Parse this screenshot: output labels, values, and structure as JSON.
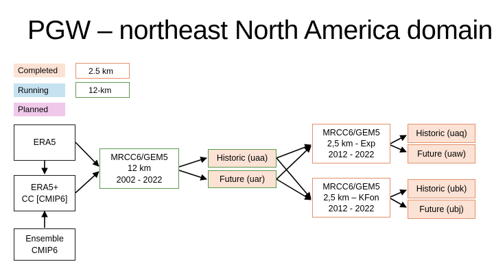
{
  "title": "PGW – northeast North America domain",
  "legend": {
    "completed": "Completed",
    "running": "Running",
    "planned": "Planned",
    "res_25": "2.5 km",
    "res_12": "12-km"
  },
  "colors": {
    "completed": "#fbe2d4",
    "running": "#c6e2f1",
    "planned": "#f0c8ea",
    "orange_border": "#e39069",
    "green_border": "#5b9a4c"
  },
  "nodes": {
    "era5": "ERA5",
    "era5cc": "ERA5+\nCC [CMIP6]",
    "ensemble": "Ensemble\nCMIP6",
    "mrcc12": "MRCC6/GEM5\n12 km\n2002 - 2022",
    "hist_uaa": "Historic (uaa)",
    "fut_uar": "Future (uar)",
    "mrcc_exp": "MRCC6/GEM5\n2,5 km - Exp\n2012 - 2022",
    "mrcc_kfon": "MRCC6/GEM5\n2,5 km – KFon\n2012 - 2022",
    "hist_uaq": "Historic (uaq)",
    "fut_uaw": "Future (uaw)",
    "hist_ubk": "Historic (ubk)",
    "fut_ubj": "Future (ubj)"
  }
}
